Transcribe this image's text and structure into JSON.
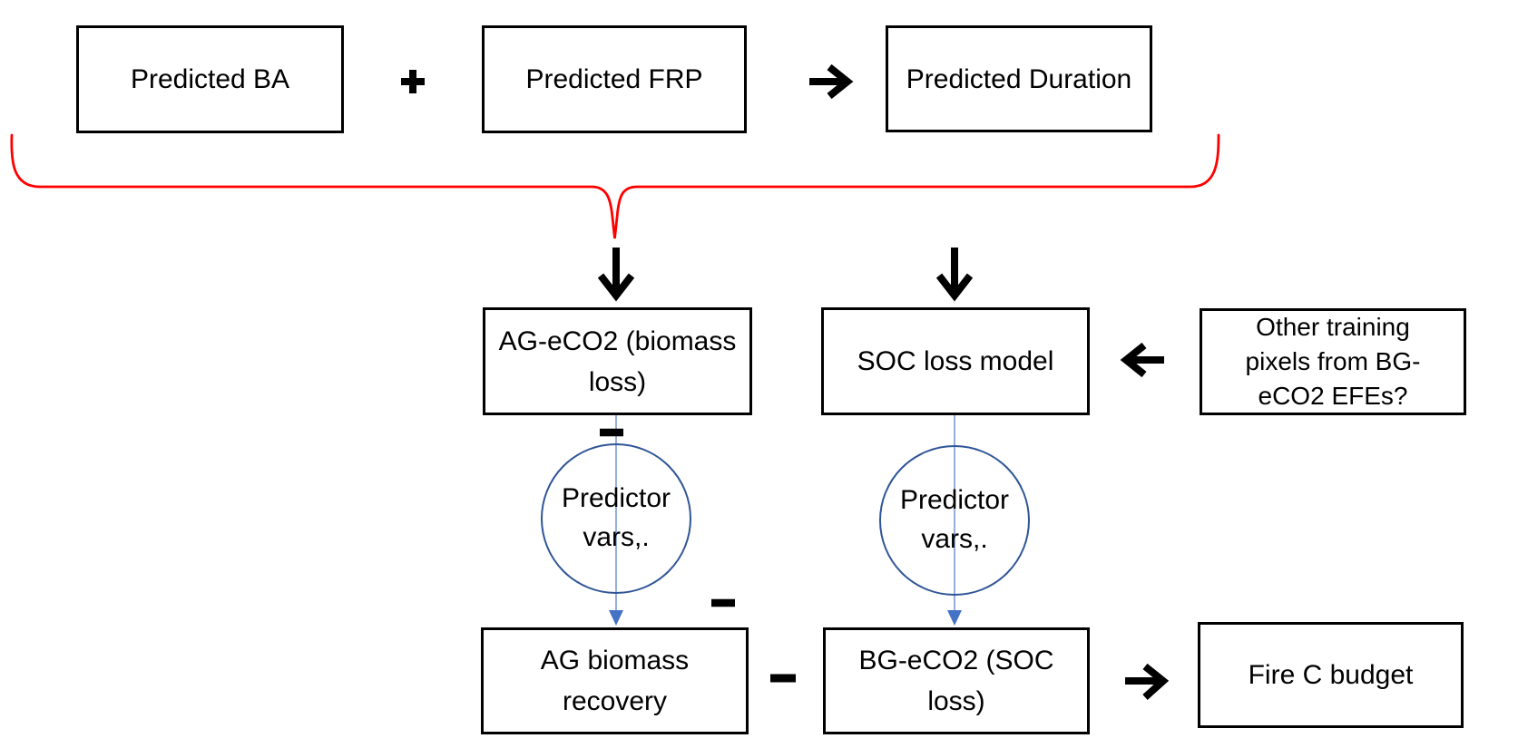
{
  "diagram": {
    "description": "Fire carbon budget modelling flow diagram",
    "boxes": [
      {
        "id": "predicted-ba",
        "label": "Predicted BA"
      },
      {
        "id": "predicted-frp",
        "label": "Predicted FRP"
      },
      {
        "id": "predicted-duration",
        "label": "Predicted Duration"
      },
      {
        "id": "ag-eco2",
        "label": "AG-eCO2 (biomass\nloss)"
      },
      {
        "id": "soc-loss-model",
        "label": "SOC loss model"
      },
      {
        "id": "other-training",
        "label": "Other training\npixels from BG-\neCO2 EFEs?"
      },
      {
        "id": "ag-biomass-recovery",
        "label": "AG biomass\nrecovery"
      },
      {
        "id": "bg-eco2",
        "label": "BG-eCO2 (SOC\nloss)"
      },
      {
        "id": "fire-c-budget",
        "label": "Fire C budget"
      }
    ],
    "circles": [
      {
        "id": "predictor-vars-1",
        "label": "Predictor\nvars,."
      },
      {
        "id": "predictor-vars-2",
        "label": "Predictor\nvars,."
      }
    ],
    "symbols": [
      {
        "id": "plus-top",
        "glyph": "+",
        "meaning": "plus between Predicted BA and Predicted FRP"
      },
      {
        "id": "arrow-right-top",
        "glyph": "→",
        "meaning": "Predicted FRP to Predicted Duration"
      },
      {
        "id": "arrow-down-left",
        "glyph": "↓",
        "meaning": "brace output into AG-eCO2 (biomass loss)"
      },
      {
        "id": "arrow-down-right",
        "glyph": "↓",
        "meaning": "brace output into SOC loss model"
      },
      {
        "id": "arrow-left",
        "glyph": "←",
        "meaning": "Other training pixels into SOC loss model"
      },
      {
        "id": "minus-below-ag-eco2",
        "glyph": "-",
        "meaning": "minus below AG-eCO2 box"
      },
      {
        "id": "minus-after-circle",
        "glyph": "-",
        "meaning": "minus right of first predictor circle"
      },
      {
        "id": "minus-between-bottom",
        "glyph": "-",
        "meaning": "AG biomass recovery minus BG-eCO2"
      },
      {
        "id": "arrow-right-bottom",
        "glyph": "→",
        "meaning": "BG-eCO2 to Fire C budget"
      }
    ],
    "connectors": [
      {
        "id": "connector-left",
        "from": "ag-eco2",
        "to": "ag-biomass-recovery",
        "style": "thin blue line with arrowhead, passes through predictor circle"
      },
      {
        "id": "connector-right",
        "from": "soc-loss-model",
        "to": "bg-eco2",
        "style": "thin blue line with arrowhead, passes through predictor circle"
      },
      {
        "id": "curly-brace",
        "spans": "Predicted BA + Predicted FRP → Predicted Duration",
        "points_to": "lower model boxes"
      }
    ],
    "colors": {
      "background": "#ffffff",
      "box_border": "#000000",
      "text": "#000000",
      "brace": "#ff0000",
      "circle_stroke": "#2f5597",
      "connector_line": "#8ba6d9",
      "connector_arrow": "#4472c4"
    }
  }
}
